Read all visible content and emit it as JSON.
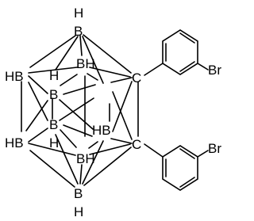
{
  "molecule": {
    "atoms": [
      {
        "id": "top_H",
        "label": "H"
      },
      {
        "id": "top_B",
        "label": "B"
      },
      {
        "id": "b_left_upper",
        "label": "HB"
      },
      {
        "id": "b_upper_inner",
        "label": "BH"
      },
      {
        "id": "b_h_upper",
        "label": "H"
      },
      {
        "id": "b_upper_mid",
        "label": "B"
      },
      {
        "id": "b_lower_mid",
        "label": "B"
      },
      {
        "id": "b_h_lower",
        "label": "H"
      },
      {
        "id": "b_right_mid",
        "label": "HB"
      },
      {
        "id": "b_left_lower",
        "label": "HB"
      },
      {
        "id": "b_lower_inner",
        "label": "BH"
      },
      {
        "id": "bottom_B",
        "label": "B"
      },
      {
        "id": "bottom_H",
        "label": "H"
      },
      {
        "id": "c_upper",
        "label": "C"
      },
      {
        "id": "c_lower",
        "label": "C"
      },
      {
        "id": "br_upper",
        "label": "Br"
      },
      {
        "id": "br_lower",
        "label": "Br"
      }
    ]
  }
}
